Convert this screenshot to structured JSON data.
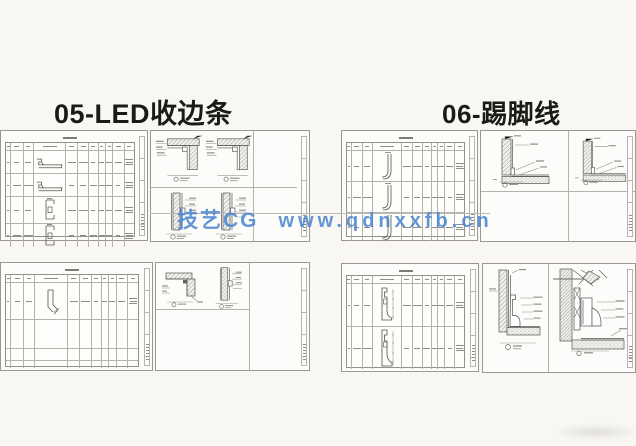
{
  "sections": {
    "led_trim": {
      "title": "05-LED收边条"
    },
    "skirting": {
      "title": "06-踢脚线"
    }
  },
  "watermark": {
    "brand": "技艺CG",
    "url": "www.qdnxxfb.cn",
    "color": "#4a85cf"
  },
  "palette": {
    "background": "#f8f7f4",
    "sheet": "#fcfcfa",
    "sheet_border": "#9b9894",
    "grid_line": "#b5b2ac",
    "title_text": "#1b1a18"
  },
  "sheets": {
    "s05_schedule_a": {
      "rows": [
        {
          "h": 22,
          "thumb": "trim_h"
        },
        {
          "h": 22,
          "thumb": "trim_h"
        },
        {
          "h": 26,
          "thumb": "bracket"
        },
        {
          "h": 23,
          "thumb": "bracket"
        }
      ]
    },
    "s05_schedule_b": {
      "rows": [
        {
          "h": 36,
          "thumb": "channel"
        },
        {
          "h": 28,
          "empty": true
        },
        {
          "h": 11,
          "empty": true
        },
        {
          "h": 7,
          "empty": true
        }
      ]
    },
    "s06_schedule_a": {
      "rows": [
        {
          "h": 30,
          "thumb": "j_profile"
        },
        {
          "h": 30,
          "thumb": "j_profile"
        },
        {
          "h": 28,
          "thumb": "j_profile"
        }
      ]
    },
    "s06_schedule_b": {
      "rows": [
        {
          "h": 42,
          "thumb": "moulding"
        },
        {
          "h": 42,
          "thumb": "moulding_tall"
        }
      ]
    }
  }
}
